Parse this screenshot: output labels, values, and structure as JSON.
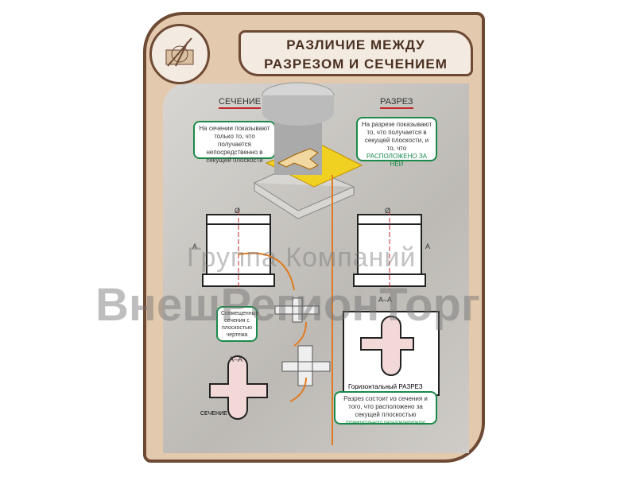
{
  "title": {
    "line1": "РАЗЛИЧИЕ МЕЖДУ",
    "line2": "РАЗРЕЗОМ И СЕЧЕНИЕМ"
  },
  "labels": {
    "section": "СЕЧЕНИЕ",
    "cut": "РАЗРЕЗ",
    "aa_left": "А–А",
    "aa_right": "А–А",
    "section_small": "СЕЧЕНИЕ",
    "horizontal_cut": "Горизонтальный РАЗРЕЗ",
    "diameter": "Ø",
    "a_mark": "А"
  },
  "notes": {
    "section": "На сечении показывают только то, что получается непосредственно в секущей плоскости",
    "cut_main": "На разрезе показывают то, что получается в секущей плоскости, и то, что",
    "cut_accent": "РАСПОЛОЖЕНО ЗА НЕЙ",
    "combined": "Совмещенные сечения с плоскостью чертежа",
    "cut_consists": "Разрез состоит из сечения и того, что расположено за секущей плоскостью",
    "cut_consists_small": "(прямоугольного параллелепипеда)"
  },
  "watermark": {
    "line1": "Группа Компаний",
    "line2": "ВнешРегионТорг"
  },
  "colors": {
    "frame": "#6e4a35",
    "accent_green": "#1a8a4a",
    "accent_red": "#c0282d",
    "arrow_orange": "#e07a20"
  }
}
